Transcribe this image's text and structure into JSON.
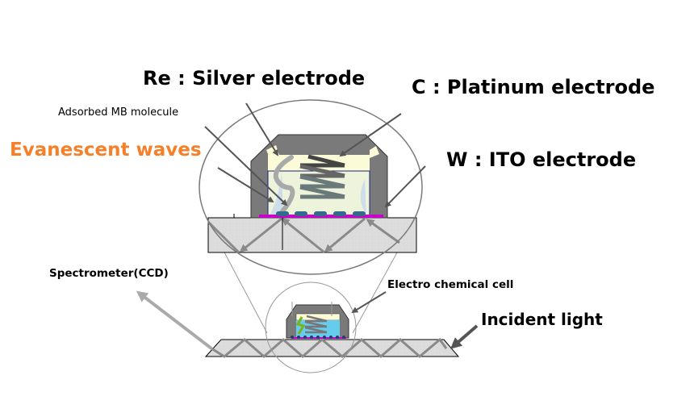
{
  "diagram": {
    "type": "ATR evanescent-wave spectroelectrochemical cell schematic",
    "labels": {
      "reference_electrode": "Re : Silver electrode",
      "counter_electrode": "C : Platinum electrode",
      "working_electrode": "W : ITO electrode",
      "adsorbed_molecule": "Adsorbed MB molecule",
      "evanescent_waves": "Evanescent waves",
      "spectrometer": "Spectrometer(CCD)",
      "electrochemical_cell": "Electro chemical cell",
      "incident_light": "Incident light"
    },
    "colors": {
      "evanescent_label": "#f5802a",
      "cell_body": "#7a7a7a",
      "electrolyte_zoom": "#eef3dc",
      "electrolyte_small": "#66ccee",
      "ito_layer": "#cc00cc",
      "molecule": "#336a8a",
      "waveguide": "#dcdcdc",
      "light_path": "#8a8a8a",
      "silver_electrode_small": "#7ab317"
    },
    "icons": {
      "pointer_arrow": "arrow-icon",
      "light_ray": "light-ray-icon"
    }
  }
}
